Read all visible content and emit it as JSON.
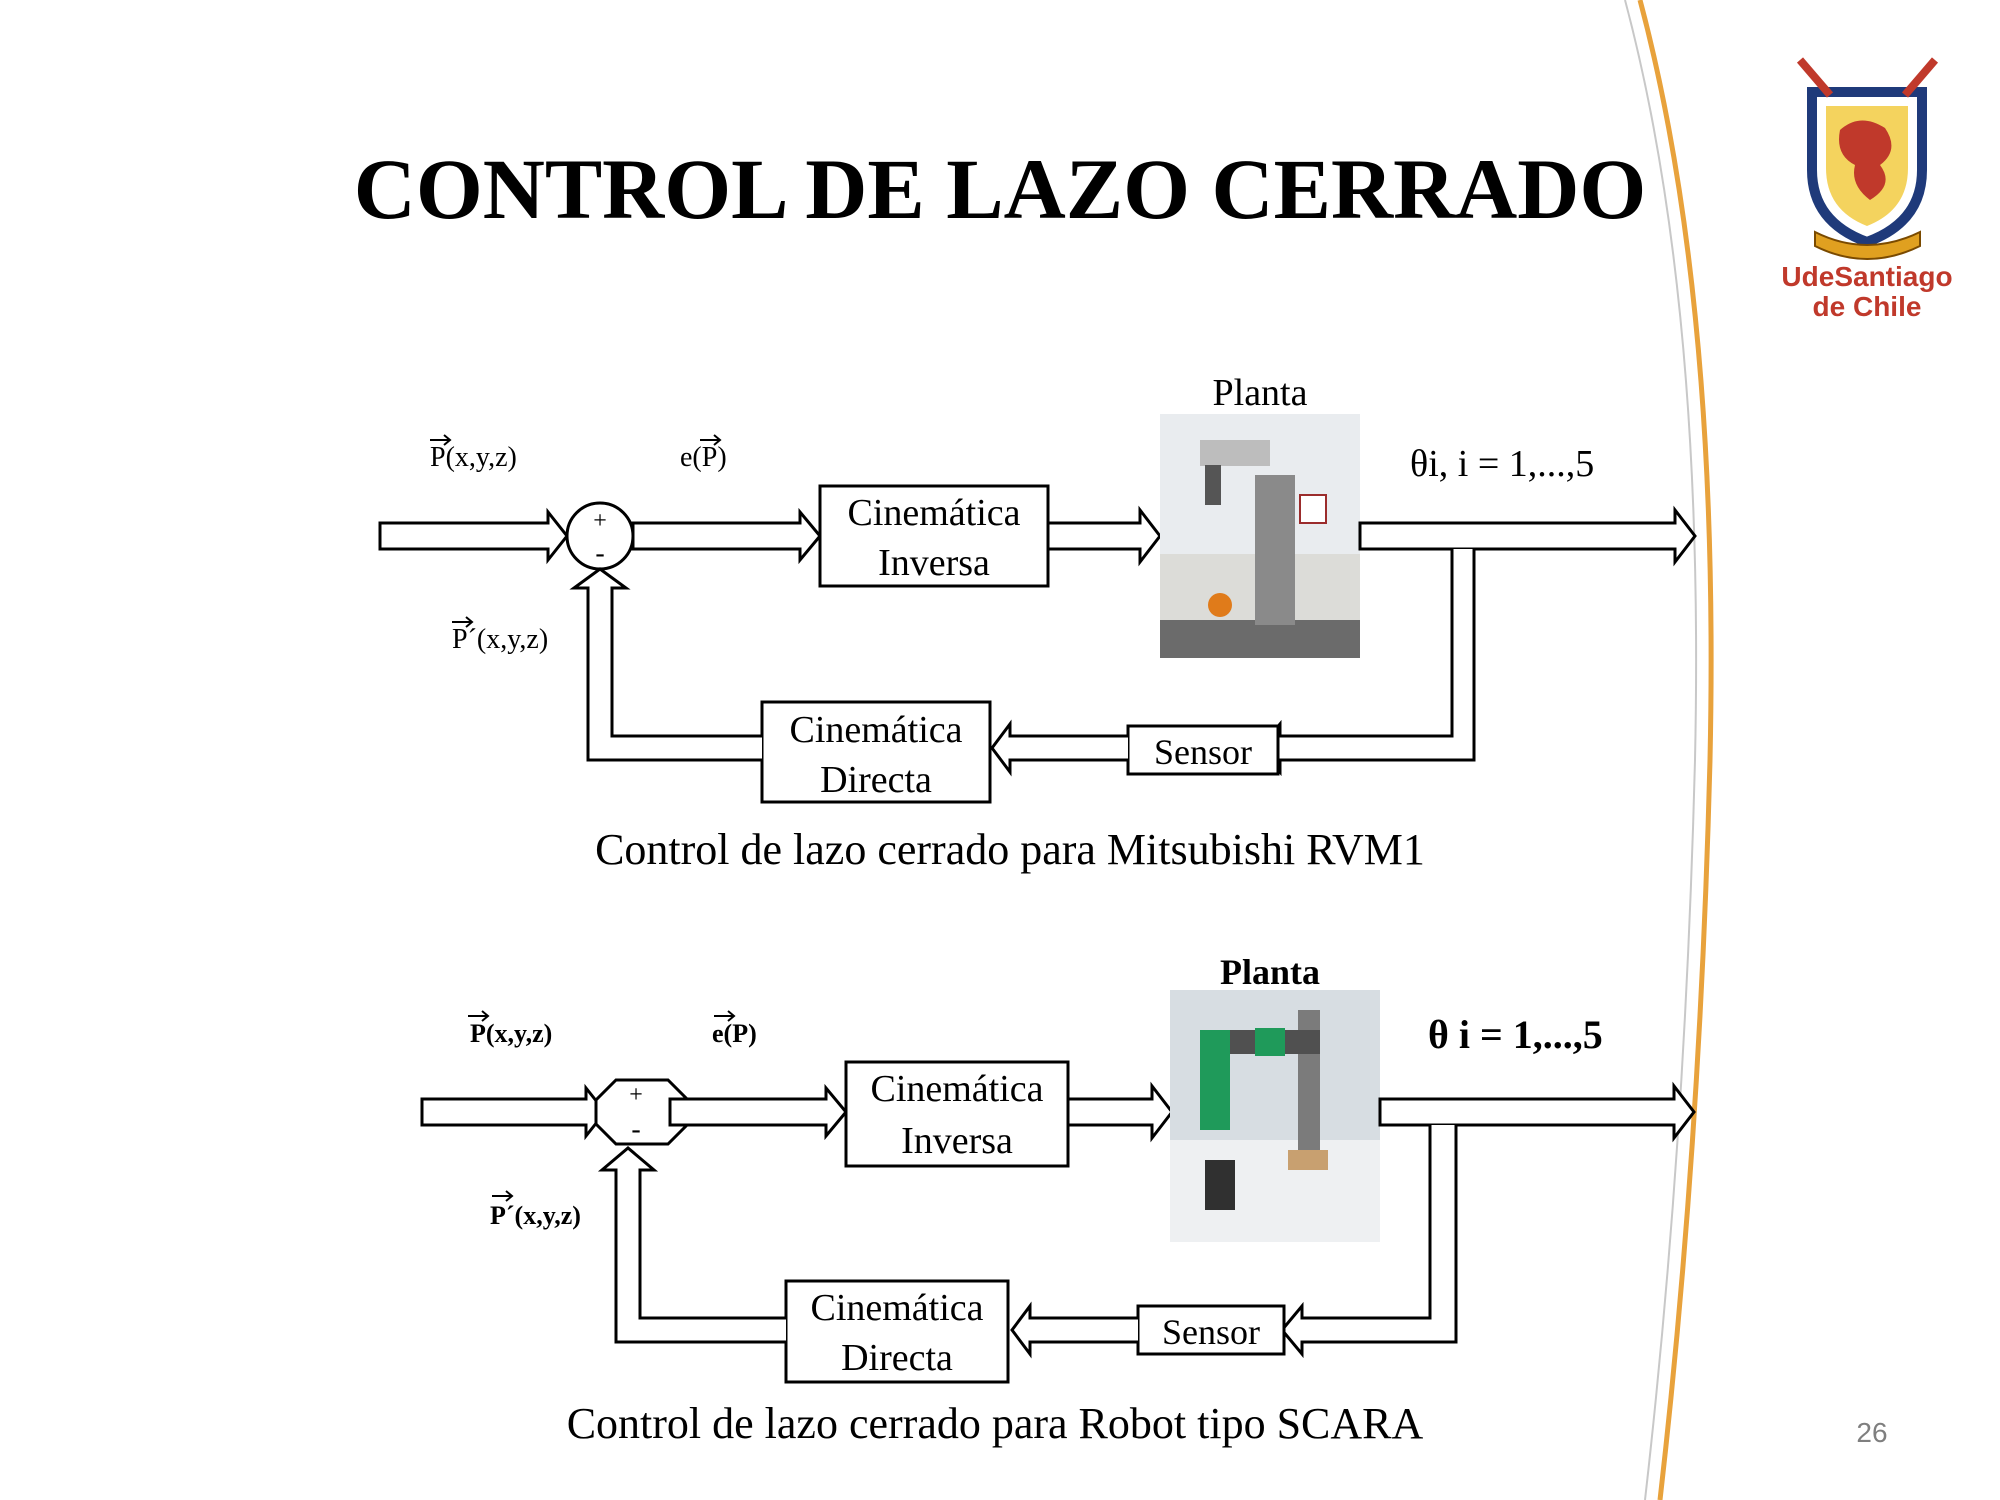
{
  "slide": {
    "title": "CONTROL DE LAZO CERRADO",
    "page_number": "26",
    "logo": {
      "line1": "UdeSantiago",
      "line2": "de Chile",
      "accent": "#c0392b",
      "navy": "#1f3a7a",
      "gold": "#e0a020"
    },
    "accent_curve_color": "#e8a23c"
  },
  "diagram1": {
    "plant_label": "Planta",
    "input_label": "P(x,y,z)",
    "error_label": "e(P)",
    "feedback_label": "P´(x,y,z)",
    "output_label": "θi, i = 1,...,5",
    "plus": "+",
    "minus": "-",
    "ik_line1": "Cinemática",
    "ik_line2": "Inversa",
    "fk_line1": "Cinemática",
    "fk_line2": "Directa",
    "sensor": "Sensor",
    "caption": "Control de lazo cerrado para Mitsubishi RVM1"
  },
  "diagram2": {
    "plant_label": "Planta",
    "input_label": "P(x,y,z)",
    "error_label": "e(P)",
    "feedback_label": "P´(x,y,z)",
    "output_label": "θ i = 1,...,5",
    "plus": "+",
    "minus": "-",
    "ik_line1": "Cinemática",
    "ik_line2": "Inversa",
    "fk_line1": "Cinemática",
    "fk_line2": "Directa",
    "sensor": "Sensor",
    "caption": "Control de lazo cerrado para Robot tipo SCARA"
  }
}
